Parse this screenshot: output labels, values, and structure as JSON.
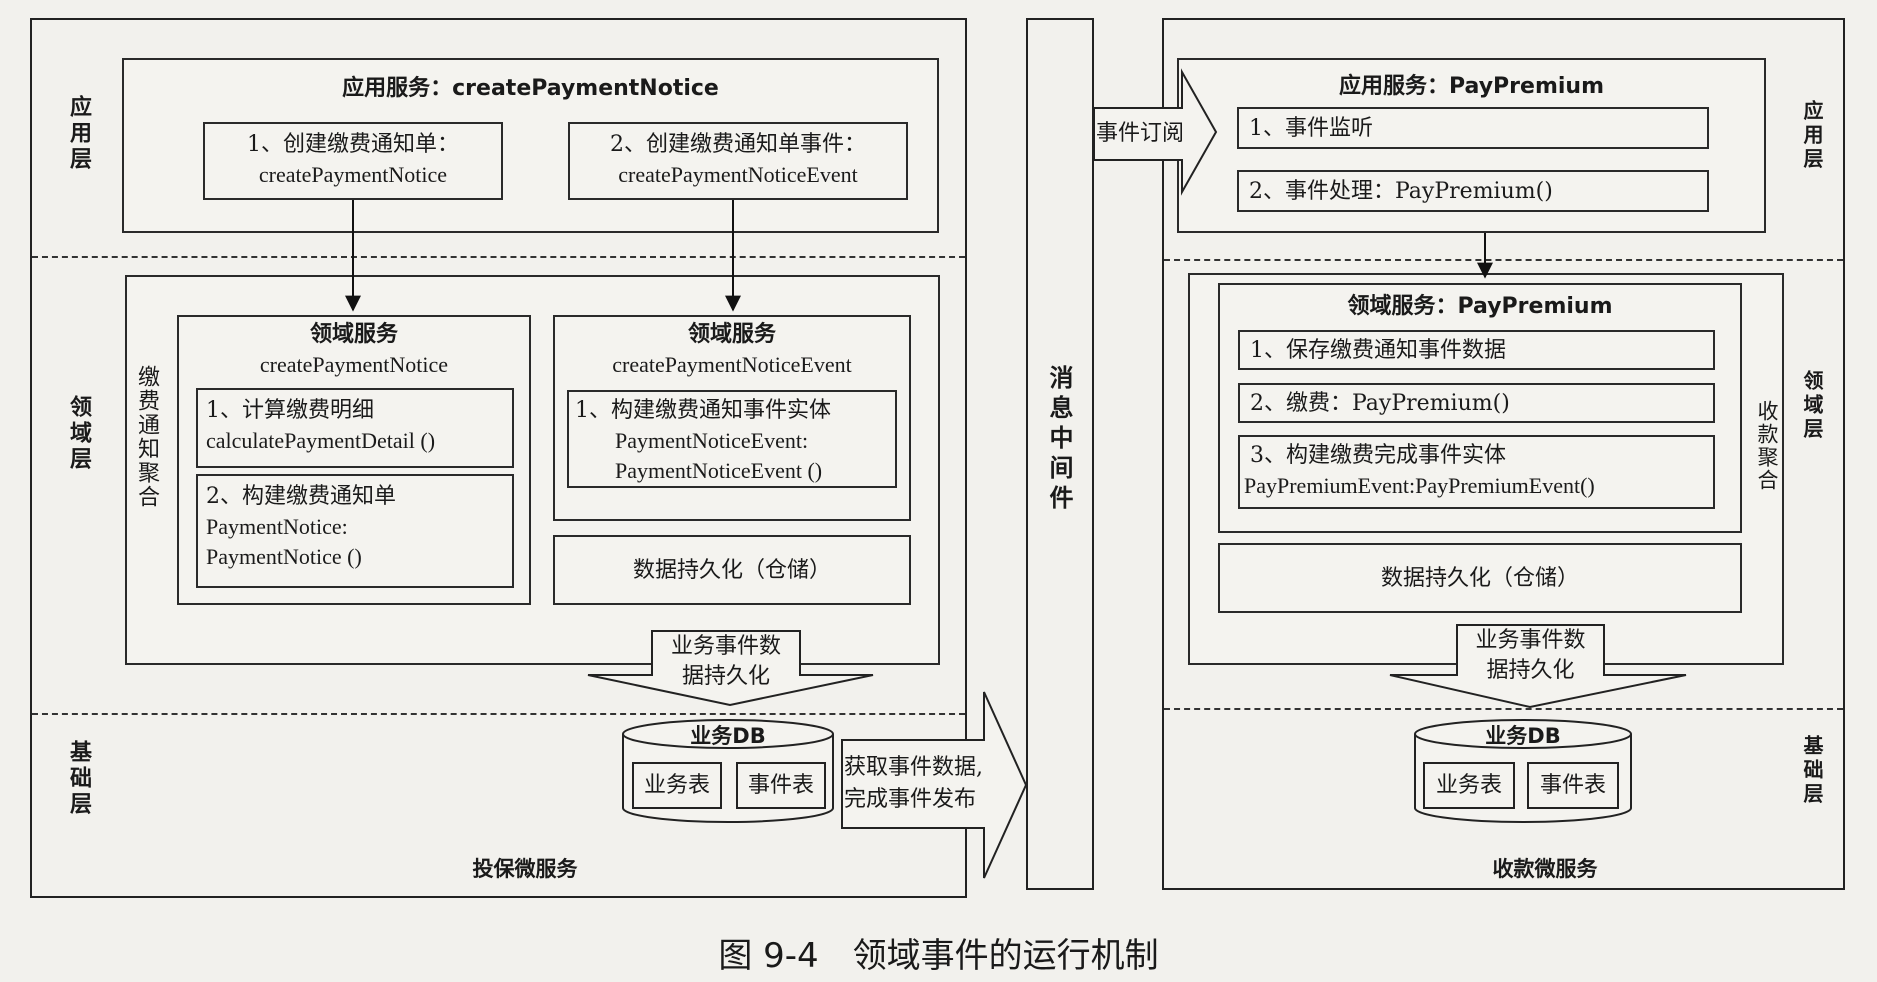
{
  "left_service": {
    "name": "投保微服务",
    "layers": {
      "app": "应用层",
      "domain": "领域层",
      "infra": "基础层"
    },
    "app_service": {
      "title": "应用服务：createPaymentNotice",
      "step1": [
        "1、创建缴费通知单：",
        "createPaymentNotice"
      ],
      "step2": [
        "2、创建缴费通知单事件：",
        "createPaymentNoticeEvent"
      ]
    },
    "aggregate_label": "缴费通知聚合",
    "domain_service_1": {
      "title": [
        "领域服务",
        "createPaymentNotice"
      ],
      "item1": [
        "1、计算缴费明细",
        "calculatePaymentDetail ()"
      ],
      "item2": [
        "2、构建缴费通知单",
        "PaymentNotice:",
        "PaymentNotice ()"
      ]
    },
    "domain_service_2": {
      "title": [
        "领域服务",
        "createPaymentNoticeEvent"
      ],
      "item1": [
        "1、构建缴费通知事件实体",
        "PaymentNoticeEvent:",
        "PaymentNoticeEvent ()"
      ]
    },
    "persistence": "数据持久化（仓储）",
    "persist_arrow": [
      "业务事件数",
      "据持久化"
    ],
    "db": {
      "title": "业务DB",
      "table1": "业务表",
      "table2": "事件表"
    },
    "publish_arrow": [
      "获取事件数据,",
      "完成事件发布"
    ]
  },
  "middleware": "消息中间件",
  "subscribe_arrow": "事件订阅",
  "right_service": {
    "name": "收款微服务",
    "layers": {
      "app": "应用层",
      "domain": "领域层",
      "infra": "基础层"
    },
    "app_service": {
      "title": "应用服务：PayPremium",
      "step1": "1、事件监听",
      "step2": "2、事件处理：PayPremium()"
    },
    "aggregate_label": "收款聚合",
    "domain_service": {
      "title": "领域服务：PayPremium",
      "item1": "1、保存缴费通知事件数据",
      "item2": "2、缴费：PayPremium()",
      "item3": [
        "3、构建缴费完成事件实体",
        "PayPremiumEvent:PayPremiumEvent()"
      ]
    },
    "persistence": "数据持久化（仓储）",
    "persist_arrow": [
      "业务事件数",
      "据持久化"
    ],
    "db": {
      "title": "业务DB",
      "table1": "业务表",
      "table2": "事件表"
    }
  },
  "caption": "图 9-4　领域事件的运行机制"
}
